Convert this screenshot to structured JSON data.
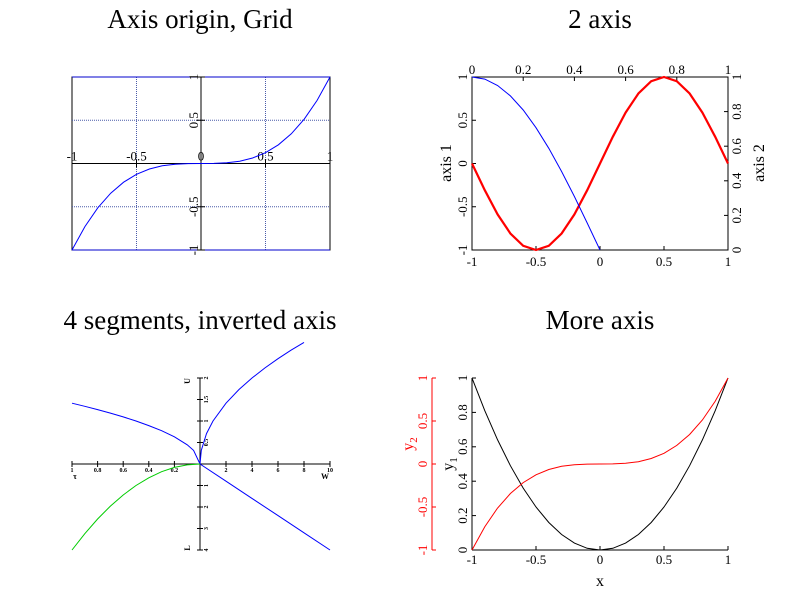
{
  "chart_data": [
    {
      "type": "line",
      "title": "Axis origin, Grid",
      "xlim": [
        -1,
        1
      ],
      "ylim": [
        -1,
        1
      ],
      "grid": true,
      "axis_position": "origin",
      "x_ticks": [
        "-1",
        "-0.5",
        "0",
        "0.5",
        "1"
      ],
      "y_ticks": [
        "-1",
        "-0.5",
        "0",
        "0.5",
        "1"
      ],
      "series": [
        {
          "color": "#0000ff",
          "x": [
            -1,
            -0.9,
            -0.8,
            -0.7,
            -0.6,
            -0.5,
            -0.4,
            -0.3,
            -0.2,
            -0.1,
            0,
            0.1,
            0.2,
            0.3,
            0.4,
            0.5,
            0.6,
            0.7,
            0.8,
            0.9,
            1
          ],
          "y": [
            -1,
            -0.729,
            -0.512,
            -0.343,
            -0.216,
            -0.125,
            -0.064,
            -0.027,
            -0.008,
            -0.001,
            0,
            0.001,
            0.008,
            0.027,
            0.064,
            0.125,
            0.216,
            0.343,
            0.512,
            0.729,
            1
          ]
        }
      ]
    },
    {
      "type": "line",
      "title": "2 axis",
      "axis1": {
        "xlim": [
          -1,
          1
        ],
        "ylim": [
          -1,
          1
        ],
        "ylabel": "axis 1",
        "x_ticks": [
          "-1",
          "-0.5",
          "0",
          "0.5",
          "1"
        ],
        "y_ticks": [
          "-1",
          "-0.5",
          "0",
          "0.5",
          "1"
        ]
      },
      "axis2": {
        "xlim": [
          0,
          1
        ],
        "ylim": [
          0,
          1
        ],
        "ylabel": "axis 2",
        "x_ticks": [
          "0",
          "0.2",
          "0.4",
          "0.6",
          "0.8",
          "1"
        ],
        "y_ticks": [
          "0",
          "0.2",
          "0.4",
          "0.6",
          "0.8",
          "1"
        ]
      },
      "series": [
        {
          "axis": 1,
          "color": "#ff0000",
          "x": [
            -1,
            -0.9,
            -0.8,
            -0.7,
            -0.6,
            -0.5,
            -0.4,
            -0.3,
            -0.2,
            -0.1,
            0,
            0.1,
            0.2,
            0.3,
            0.4,
            0.5,
            0.6,
            0.7,
            0.8,
            0.9,
            1
          ],
          "y": [
            0,
            -0.309,
            -0.588,
            -0.809,
            -0.951,
            -1,
            -0.951,
            -0.809,
            -0.588,
            -0.309,
            0,
            0.309,
            0.588,
            0.809,
            0.951,
            1,
            0.951,
            0.809,
            0.588,
            0.309,
            0
          ]
        },
        {
          "axis": 2,
          "color": "#0000ff",
          "x": [
            0,
            0.05,
            0.1,
            0.15,
            0.2,
            0.25,
            0.3,
            0.35,
            0.4,
            0.45,
            0.5
          ],
          "y": [
            1,
            0.988,
            0.951,
            0.891,
            0.809,
            0.707,
            0.588,
            0.454,
            0.309,
            0.156,
            0
          ]
        }
      ]
    },
    {
      "type": "line",
      "title": "4 segments, inverted axis",
      "axis_labels": {
        "right": "W",
        "top": "U",
        "left": "τ",
        "bottom": "L"
      },
      "x_pos_ticks": [
        "2",
        "4",
        "6",
        "8",
        "10"
      ],
      "x_neg_ticks": [
        "1",
        "0.8",
        "0.6",
        "0.4",
        "0.2"
      ],
      "y_pos_ticks": [
        "0.5",
        "1",
        "1.5",
        "2"
      ],
      "y_neg_ticks": [
        "1",
        "2",
        "3",
        "4"
      ],
      "series": [
        {
          "quadrant": "top-right",
          "color": "#0000ff",
          "x": [
            0,
            0.1,
            0.5,
            1,
            2,
            3,
            4,
            5,
            6,
            7,
            8
          ],
          "y": [
            0,
            0.316,
            0.707,
            1,
            1.414,
            1.732,
            2,
            2.236,
            2.449,
            2.646,
            2.828
          ]
        },
        {
          "quadrant": "top-left",
          "color": "#0000ff",
          "x": [
            0,
            0.05,
            0.1,
            0.2,
            0.3,
            0.4,
            0.5,
            0.6,
            0.7,
            0.8,
            0.9,
            1
          ],
          "y": [
            0,
            0.316,
            0.447,
            0.632,
            0.775,
            0.894,
            1,
            1.095,
            1.183,
            1.265,
            1.342,
            1.414
          ]
        },
        {
          "quadrant": "bottom-right",
          "color": "#0000ff",
          "x": [
            0,
            2,
            4,
            6,
            8,
            10
          ],
          "y": [
            0,
            0.8,
            1.6,
            2.4,
            3.2,
            4
          ]
        },
        {
          "quadrant": "bottom-left",
          "color": "#00cc00",
          "x": [
            0,
            0.1,
            0.2,
            0.3,
            0.4,
            0.5,
            0.6,
            0.7,
            0.8,
            0.9,
            1
          ],
          "y": [
            0,
            0.04,
            0.16,
            0.36,
            0.64,
            1,
            1.44,
            1.96,
            2.56,
            3.24,
            4
          ]
        }
      ]
    },
    {
      "type": "line",
      "title": "More axis",
      "xlabel": "x",
      "xlim": [
        -1,
        1
      ],
      "x_ticks": [
        "-1",
        "-0.5",
        "0",
        "0.5",
        "1"
      ],
      "y1": {
        "label": "y",
        "subscript": "1",
        "ylim": [
          0,
          1
        ],
        "color": "#000000",
        "ticks": [
          "0",
          "0.2",
          "0.4",
          "0.6",
          "0.8",
          "1"
        ]
      },
      "y2": {
        "label": "y",
        "subscript": "2",
        "ylim": [
          -1,
          1
        ],
        "color": "#ff0000",
        "ticks": [
          "-1",
          "-0.5",
          "0",
          "0.5",
          "1"
        ]
      },
      "series": [
        {
          "axis": "y1",
          "color": "#000000",
          "x": [
            -1,
            -0.9,
            -0.8,
            -0.7,
            -0.6,
            -0.5,
            -0.4,
            -0.3,
            -0.2,
            -0.1,
            0,
            0.1,
            0.2,
            0.3,
            0.4,
            0.5,
            0.6,
            0.7,
            0.8,
            0.9,
            1
          ],
          "y": [
            1,
            0.81,
            0.64,
            0.49,
            0.36,
            0.25,
            0.16,
            0.09,
            0.04,
            0.01,
            0,
            0.01,
            0.04,
            0.09,
            0.16,
            0.25,
            0.36,
            0.49,
            0.64,
            0.81,
            1
          ]
        },
        {
          "axis": "y2",
          "color": "#ff0000",
          "x": [
            -1,
            -0.9,
            -0.8,
            -0.7,
            -0.6,
            -0.5,
            -0.4,
            -0.3,
            -0.2,
            -0.1,
            0,
            0.1,
            0.2,
            0.3,
            0.4,
            0.5,
            0.6,
            0.7,
            0.8,
            0.9,
            1
          ],
          "y": [
            -1,
            -0.729,
            -0.512,
            -0.343,
            -0.216,
            -0.125,
            -0.064,
            -0.027,
            -0.008,
            -0.001,
            0,
            0.001,
            0.008,
            0.027,
            0.064,
            0.125,
            0.216,
            0.343,
            0.512,
            0.729,
            1
          ]
        }
      ]
    }
  ]
}
